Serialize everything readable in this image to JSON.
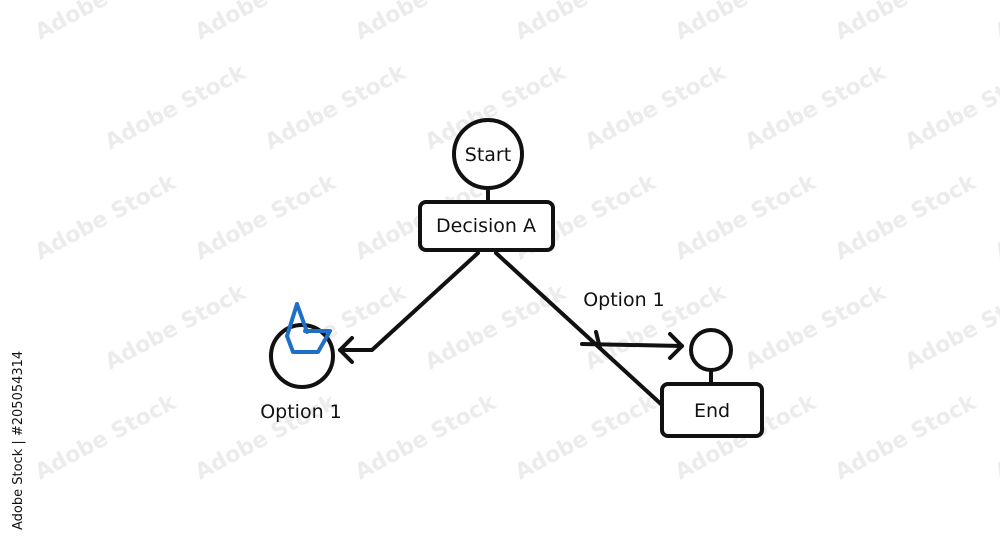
{
  "watermark": {
    "text": "Adobe Stock",
    "side_text": "Adobe Stock | #205054314",
    "color": "#ececec"
  },
  "diagram": {
    "nodes": {
      "start": {
        "label": "Start"
      },
      "decision_a": {
        "label": "Decision A"
      },
      "end": {
        "label": "End"
      },
      "option_left_caption": {
        "label": "Option 1"
      }
    },
    "edges": {
      "right_option_label": "Option 1"
    },
    "colors": {
      "stroke": "#111111",
      "accent_icon": "#1f6fc8"
    }
  }
}
